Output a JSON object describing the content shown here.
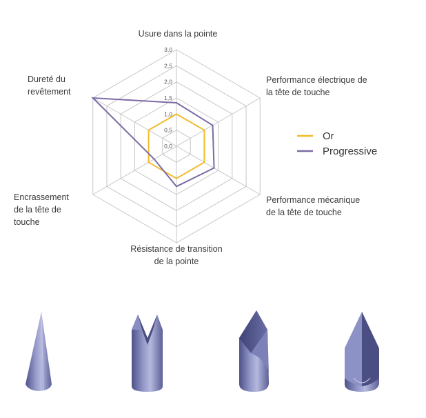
{
  "chart_data": {
    "type": "radar",
    "axes": [
      "Usure dans la pointe",
      "Performance électrique de la tête de touche",
      "Performance mécanique de la tête de touche",
      "Résistance de transition de la pointe",
      "Encrassement de la tête de touche",
      "Dureté du revêtement"
    ],
    "axis_label_lines": [
      [
        "Usure dans la pointe"
      ],
      [
        "Performance électrique de",
        "la tête de touche"
      ],
      [
        "Performance mécanique",
        "de la tête de touche"
      ],
      [
        "Résistance de transition",
        "de la pointe"
      ],
      [
        "Encrassement",
        "de la tête de",
        "touche"
      ],
      [
        "Dureté du",
        "revêtement"
      ]
    ],
    "ticks": [
      "0,0",
      "0,5",
      "1,0",
      "1,5",
      "2,0",
      "2,5",
      "3,0"
    ],
    "rmax": 3.0,
    "series": [
      {
        "name": "Or",
        "color": "#f2bb2b",
        "values": [
          1.0,
          1.0,
          1.0,
          1.0,
          1.0,
          1.0
        ]
      },
      {
        "name": "Progressive",
        "color": "#7d6aa6",
        "values": [
          1.35,
          1.3,
          1.35,
          1.25,
          0.8,
          3.0
        ]
      }
    ],
    "grid": true,
    "legend": "right"
  },
  "tips": {
    "icons": [
      "conical-tip-icon",
      "crown-tip-icon",
      "wedge-tip-icon",
      "chisel-tip-icon"
    ],
    "color": "#6f74a6"
  }
}
